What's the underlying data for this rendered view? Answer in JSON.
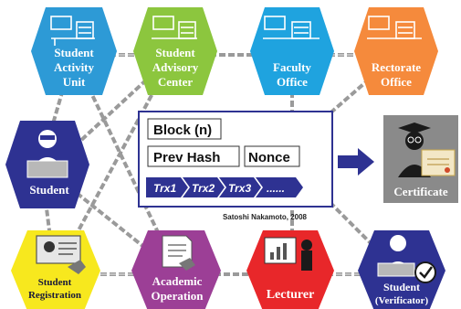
{
  "nodes": {
    "student_activity_unit": {
      "line1": "Student",
      "line2": "Activity",
      "line3": "Unit",
      "color": "#2d9ad6"
    },
    "student_advisory_center": {
      "line1": "Student",
      "line2": "Advisory",
      "line3": "Center",
      "color": "#8cc63e"
    },
    "faculty_office": {
      "line1": "Faculty",
      "line2": "Office",
      "color": "#1fa3df"
    },
    "rectorate_office": {
      "line1": "Rectorate",
      "line2": "Office",
      "color": "#f58a3c"
    },
    "student": {
      "line1": "Student",
      "color": "#2e3292"
    },
    "student_registration": {
      "line1": "Student",
      "line2": "Registration",
      "color": "#f7e81e"
    },
    "academic_operation": {
      "line1": "Academic",
      "line2": "Operation",
      "color": "#9c3f96"
    },
    "lecturer": {
      "line1": "Lecturer",
      "color": "#e8272a"
    },
    "student_verificator": {
      "line1": "Student",
      "line2": "(Verificator)",
      "color": "#2e3292"
    }
  },
  "block": {
    "title": "Block (n)",
    "prev_hash": "Prev Hash",
    "nonce": "Nonce",
    "transactions": [
      "Trx1",
      "Trx2",
      "Trx3",
      "......"
    ],
    "credit": "Satoshi Nakamoto, 2008",
    "accent": "#2e3292"
  },
  "certificate": {
    "label": "Certificate",
    "panel_color": "#8a8a8a"
  }
}
